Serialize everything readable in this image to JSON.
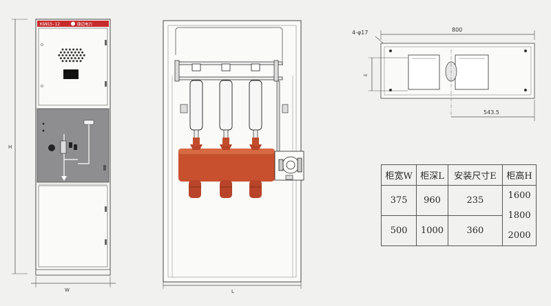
{
  "front_view": {
    "nameplate": "KGN15-12",
    "brand": "康迈电力",
    "dim_width": "W",
    "dim_height": "H"
  },
  "side_view": {
    "dim_depth": "L"
  },
  "plan_view": {
    "hole_note": "4-φ17",
    "dim_width": "800",
    "dim_install": "543.5",
    "dim_depth": "E"
  },
  "colors": {
    "nameplate_red": "#c62b2b",
    "breaker_body": "#c8502e",
    "control_panel": "#8e8e90"
  },
  "spec_table": {
    "headers": [
      "柜宽W",
      "柜深L",
      "安装尺寸E",
      "柜高H"
    ],
    "width_values": [
      "375",
      "500"
    ],
    "depth_values": [
      "960",
      "1000"
    ],
    "install_values": [
      "235",
      "360"
    ],
    "height_values": [
      "1600",
      "1800",
      "2000"
    ]
  }
}
